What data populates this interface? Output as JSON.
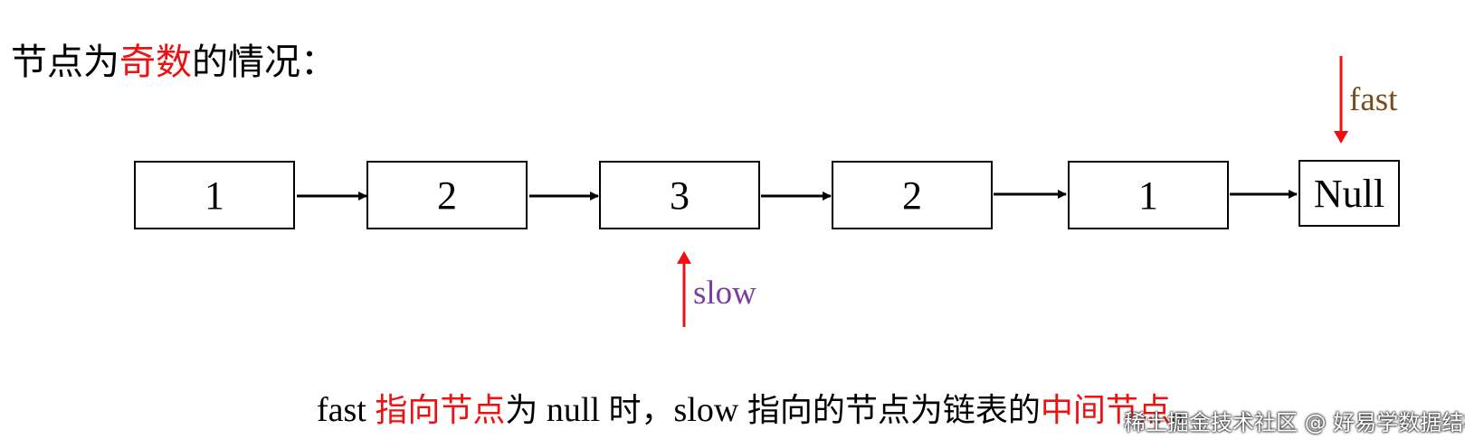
{
  "title": {
    "prefix": "节点为",
    "highlight": "奇数",
    "suffix": "的情况："
  },
  "nodes": [
    {
      "label": "1"
    },
    {
      "label": "2"
    },
    {
      "label": "3"
    },
    {
      "label": "2"
    },
    {
      "label": "1"
    },
    {
      "label": "Null"
    }
  ],
  "pointers": {
    "fast": "fast",
    "slow": "slow"
  },
  "caption": {
    "part1": "fast ",
    "part2": "指向节点",
    "part3": "为",
    "part4": " null ",
    "part5": "时，",
    "part6": "slow ",
    "part7": "指向的节点为链表的",
    "part8": "中间节点",
    "part9": "。"
  },
  "watermark": "稀土掘金技术社区 @ 好易学数据结构",
  "colors": {
    "highlight": "#ee1111",
    "pointer_arrow": "#ee1111",
    "fast_label": "#7b4a1e",
    "slow_label": "#7a3fa0"
  }
}
